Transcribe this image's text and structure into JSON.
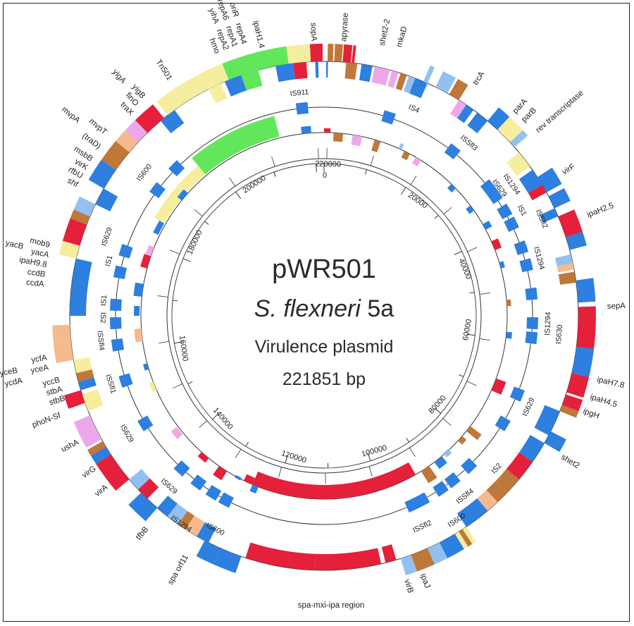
{
  "center": {
    "name": "pWR501",
    "species_italic": "S. flexneri",
    "species_strain": " 5a",
    "description": "Virulence plasmid",
    "size": "221851 bp"
  },
  "colors": {
    "virulence_red": "#e5203a",
    "is_blue": "#2d7fe0",
    "light_blue": "#92c0f0",
    "brown": "#c0773a",
    "yellow": "#f4ee9e",
    "green": "#62e65c",
    "pink": "#eda8ea",
    "peach": "#f5ba8d"
  },
  "scale": {
    "total_bp": 221851,
    "tick_labels": [
      "0",
      "20000",
      "40000",
      "60000",
      "80000",
      "100000",
      "120000",
      "140000",
      "160000",
      "180000",
      "200000",
      "220000"
    ]
  },
  "gene_labels": [
    "sopA",
    "apyrase",
    "shet2-2",
    "mkaD",
    "trcA",
    "parA",
    "parB",
    "rev transcriptase",
    "virF",
    "ipaH2.5",
    "sepA",
    "ipaH7.8",
    "ipaH4.5",
    "ipgH",
    "shet2",
    "ipaJ",
    "virB",
    "spa-mxi-ipa region",
    "spa orf11",
    "tfbB",
    "virA",
    "virG",
    "ushA",
    "phoN-Sf",
    "stbB",
    "stbA",
    "yccB",
    "ycdA",
    "yceB",
    "yceA",
    "ycfA",
    "ccdA",
    "ccdB",
    "ipaH9.8",
    "yacA",
    "yacB",
    "mob9",
    "shf",
    "rfbU",
    "virK",
    "msbB",
    "(traD)",
    "mvpT",
    "mvpA",
    "traX",
    "finO",
    "yigB",
    "yigA",
    "Tn501",
    "yihA",
    "hmo",
    "repA6",
    "repA2",
    "oriR",
    "repA1",
    "repA4",
    "ipaH1.4"
  ],
  "is_labels": [
    "IS911",
    "IS4",
    "ISSfl3",
    "IS1294",
    "IS629",
    "ISSfl2",
    "IS1",
    "IS1294",
    "IS1294",
    "IS630",
    "IS629",
    "IS2",
    "ISSfl4",
    "IS600",
    "ISSfl2",
    "IS600",
    "IS1294",
    "IS629",
    "IS629",
    "ISSfl1",
    "ISSfl4",
    "IS2",
    "IS1",
    "IS1",
    "IS629",
    "IS600"
  ]
}
